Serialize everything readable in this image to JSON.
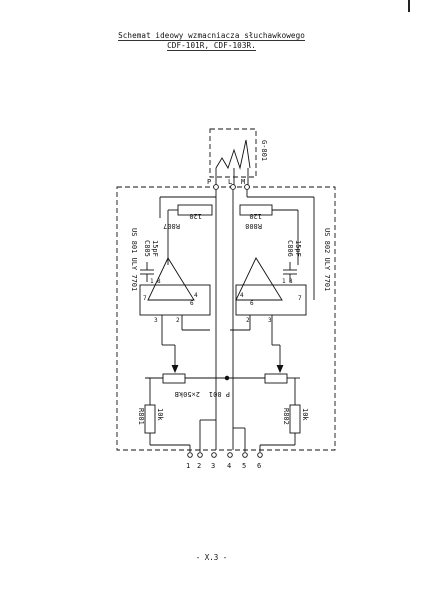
{
  "title": {
    "line1": "Schemat ideowy wzmacniacza słuchawkowego",
    "line2": "CDF-101R, CDF-103R."
  },
  "page_number": "- X.3 -",
  "jack": {
    "label": "G-801",
    "pins": [
      "P",
      "L",
      "M"
    ]
  },
  "amplifiers": [
    {
      "id": "US 801 ULY 7701",
      "capacitor": "C805",
      "cap_value": "15pF",
      "resistor": "R807",
      "res_value": "120",
      "pins": [
        "1",
        "8",
        "7",
        "3",
        "2",
        "4",
        "6"
      ]
    },
    {
      "id": "US 802 ULY 7701",
      "capacitor": "C806",
      "cap_value": "15pF",
      "resistor": "R808",
      "res_value": "120",
      "pins": [
        "1",
        "8",
        "7",
        "3",
        "2",
        "4",
        "6"
      ]
    }
  ],
  "potentiometer": {
    "name": "P 801",
    "value": "2×50kB"
  },
  "input_resistors": [
    {
      "name": "R801",
      "value": "10k"
    },
    {
      "name": "R802",
      "value": "10k"
    }
  ],
  "connector_pins": [
    "1",
    "2",
    "3",
    "4",
    "5",
    "6"
  ],
  "colors": {
    "ink": "#111111",
    "paper": "#ffffff"
  }
}
